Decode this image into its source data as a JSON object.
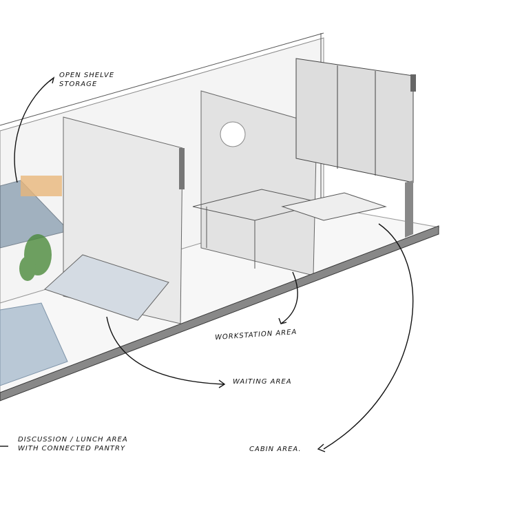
{
  "labels": {
    "open_shelve": "Open shelve storage",
    "workstation": "Workstation area",
    "waiting": "Waiting area",
    "discussion": "Discussion / lunch area with connected pantry",
    "cabin": "Cabin area."
  },
  "colors": {
    "ink": "#1a1a1a",
    "partition": "#e6e6e6",
    "glass": "#9fb2c4",
    "wood": "#e8b77a",
    "plant": "#4c8a3c"
  }
}
